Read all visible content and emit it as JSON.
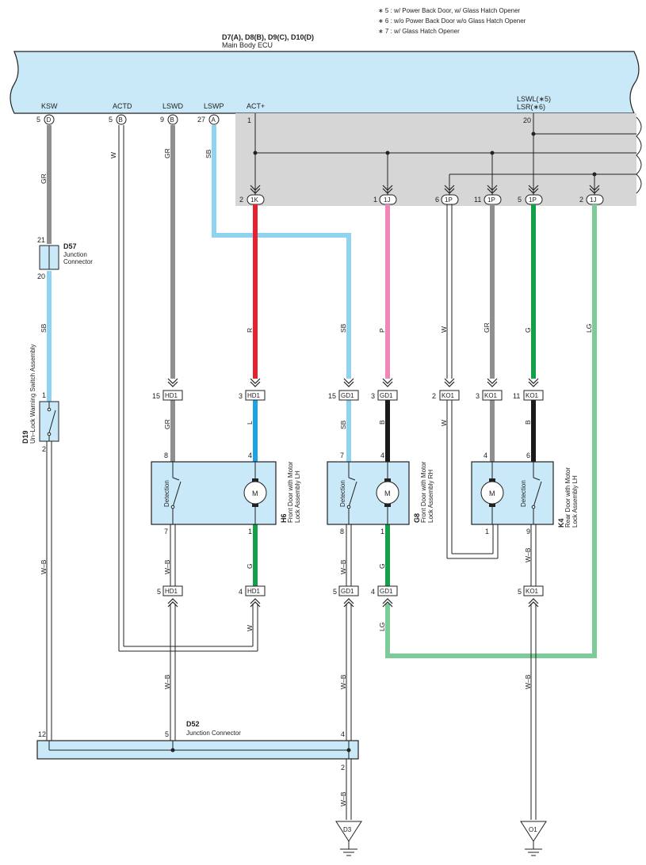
{
  "notes": [
    "∗ 5 : w/ Power Back Door,  w/ Glass Hatch Opener",
    "∗ 6 : w/o Power Back Door w/o Glass Hatch Opener",
    "∗ 7 : w/ Glass Hatch Opener"
  ],
  "ecu": {
    "code": "D7(A), D8(B), D9(C), D10(D)",
    "name": "Main Body ECU",
    "terminals": {
      "ksw": "KSW",
      "actd": "ACTD",
      "lswd": "LSWD",
      "lswp": "LSWP",
      "act": "ACT+",
      "lswl": "LSWL(∗5)",
      "lsr": "LSR(∗6)"
    },
    "pins": {
      "ksw": "5",
      "actd": "5",
      "lswd": "9",
      "lswp": "27",
      "act": "1",
      "lswl": "20"
    },
    "conn_letters": {
      "ksw": "D",
      "actd": "B",
      "lswd": "B",
      "lswp": "A"
    }
  },
  "inline": {
    "c1k": {
      "pin": "2",
      "id": "1K"
    },
    "c1j": {
      "pin": "1",
      "id": "1J"
    },
    "c1p6": {
      "pin": "6",
      "id": "1P"
    },
    "c1p11": {
      "pin": "11",
      "id": "1P"
    },
    "c1p5": {
      "pin": "5",
      "id": "1P"
    },
    "c1j2": {
      "pin": "2",
      "id": "1J"
    }
  },
  "wires": {
    "gr": "GR",
    "w": "W",
    "sb": "SB",
    "r": "R",
    "p": "P",
    "g": "G",
    "lg": "LG",
    "l": "L",
    "b": "B",
    "wb": "W–B"
  },
  "d57": {
    "code": "D57",
    "name1": "Junction",
    "name2": "Connector",
    "pin_top": "21",
    "pin_bot": "20"
  },
  "d19": {
    "code": "D19",
    "name": "Un–Lock Warning Switch Assembly",
    "pin_top": "1",
    "pin_bot": "2"
  },
  "hd1": {
    "id": "HD1",
    "p15": "15",
    "p3": "3",
    "p5": "5",
    "p4": "4"
  },
  "gd1": {
    "id": "GD1",
    "p15": "15",
    "p3": "3",
    "p5": "5",
    "p4": "4"
  },
  "ko1": {
    "id": "KO1",
    "p2": "2",
    "p3": "3",
    "p11": "11",
    "p5": "5"
  },
  "h6": {
    "code": "H6",
    "name1": "Front Door with Motor",
    "name2": "Lock Assembly LH",
    "detection": "Detection",
    "motor": "M",
    "p8": "8",
    "p4": "4",
    "p7": "7",
    "p1": "1"
  },
  "g8": {
    "code": "G8",
    "name1": "Front Door with Motor",
    "name2": "Lock Assembly RH",
    "detection": "Detection",
    "motor": "M",
    "p7": "7",
    "p4": "4",
    "p8": "8",
    "p1": "1"
  },
  "k4": {
    "code": "K4",
    "name1": "Rear Door with Motor",
    "name2": "Lock Assembly LH",
    "detection": "Detection",
    "motor": "M",
    "p4": "4",
    "p6": "6",
    "p1": "1",
    "p9": "9"
  },
  "d52": {
    "code": "D52",
    "name": "Junction Connector",
    "p12": "12",
    "p5": "5",
    "p4": "4",
    "p2": "2"
  },
  "grounds": {
    "d3": "D3",
    "o1": "O1"
  },
  "colors": {
    "ecu_fill": "#c9e8f8",
    "gray_panel": "#d6d6d6",
    "gr": "#8f8f8f",
    "sb": "#8fd3f1",
    "r": "#e8212e",
    "p": "#ef88b9",
    "g": "#14a048",
    "lg": "#7ecb9a",
    "l": "#1ba3e5",
    "b": "#1a1a1a"
  }
}
